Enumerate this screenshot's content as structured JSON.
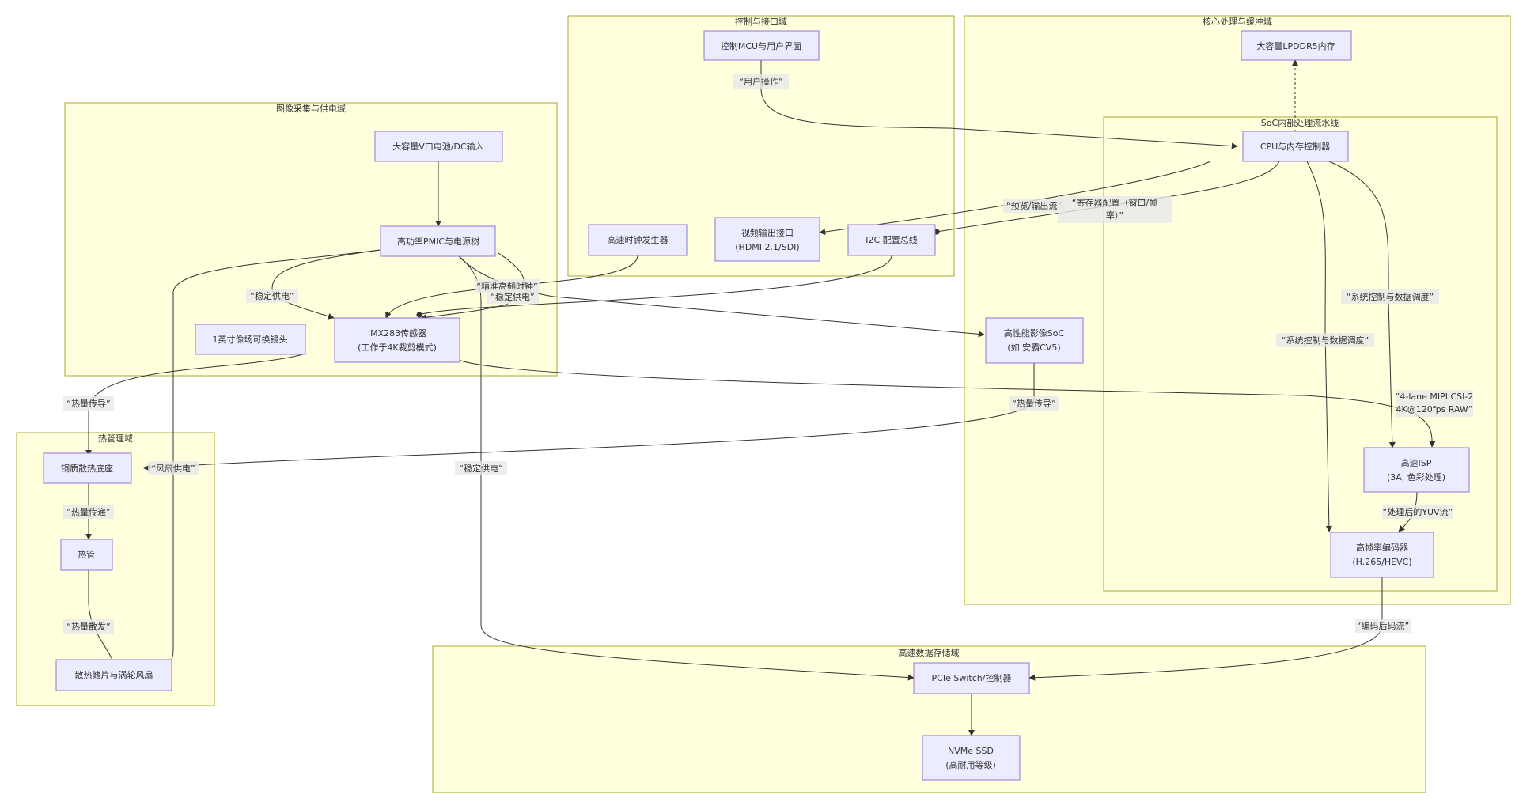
{
  "clusters": {
    "control": "控制与接口域",
    "core": "核心处理与缓冲域",
    "soc": "SoC内部处理流水线",
    "capture": "图像采集与供电域",
    "thermal": "热管理域",
    "storage": "高速数据存储域"
  },
  "nodes": {
    "mcu": [
      "控制MCU与用户界面"
    ],
    "lpddr": [
      "大容量LPDDR5内存"
    ],
    "cpu": [
      "CPU与内存控制器"
    ],
    "battery": [
      "大容量V口电池/DC输入"
    ],
    "pmic": [
      "高功率PMIC与电源树"
    ],
    "clock": [
      "高速时钟发生器"
    ],
    "video_out": [
      "视频输出接口",
      "(HDMI 2.1/SDI)"
    ],
    "i2c": [
      "I2C 配置总线"
    ],
    "sensor": [
      "IMX283传感器",
      "(工作于4K裁剪模式)"
    ],
    "lens": [
      "1英寸像场可换镜头"
    ],
    "soc": [
      "高性能影像SoC",
      "(如 安霸CV5)"
    ],
    "isp": [
      "高速ISP",
      "(3A, 色彩处理)"
    ],
    "encoder": [
      "高帧率编码器",
      "(H.265/HEVC)"
    ],
    "copper": [
      "铜质散热底座"
    ],
    "heatpipe": [
      "热管"
    ],
    "fins": [
      "散热鳍片与涡轮风扇"
    ],
    "pcie": [
      "PCIe Switch/控制器"
    ],
    "nvme": [
      "NVMe SSD",
      "(高耐用等级)"
    ]
  },
  "edge_labels": {
    "user_op": [
      "“用户操作”"
    ],
    "preview": [
      "“预览/输出流”"
    ],
    "reg_config": [
      "“寄存器配置（窗口/帧",
      "率）”"
    ],
    "power1": [
      "“稳定供电”"
    ],
    "clock_precise": [
      "“精准高频时钟”"
    ],
    "power2": [
      "“稳定供电”"
    ],
    "sys_ctrl1": [
      "“系统控制与数据调度”"
    ],
    "sys_ctrl2": [
      "“系统控制与数据调度”"
    ],
    "mipi": [
      "“4-lane MIPI CSI-2",
      "4K@120fps RAW”"
    ],
    "heat_conduct1": [
      "“热量传导”"
    ],
    "heat_conduct2": [
      "“热量传导”"
    ],
    "fan_power": [
      "“风扇供电”"
    ],
    "heat_transfer": [
      "“热量传递”"
    ],
    "heat_dissipate": [
      "“热量散发”"
    ],
    "power3": [
      "“稳定供电”"
    ],
    "yuv": [
      "“处理后的YUV流”"
    ],
    "encoded": [
      "“编码后码流”"
    ]
  },
  "colors": {
    "cluster_fill": "#ffffde",
    "cluster_stroke": "#aaaa33",
    "node_fill": "#ececff",
    "node_stroke": "#9370db",
    "edge": "#333333"
  }
}
